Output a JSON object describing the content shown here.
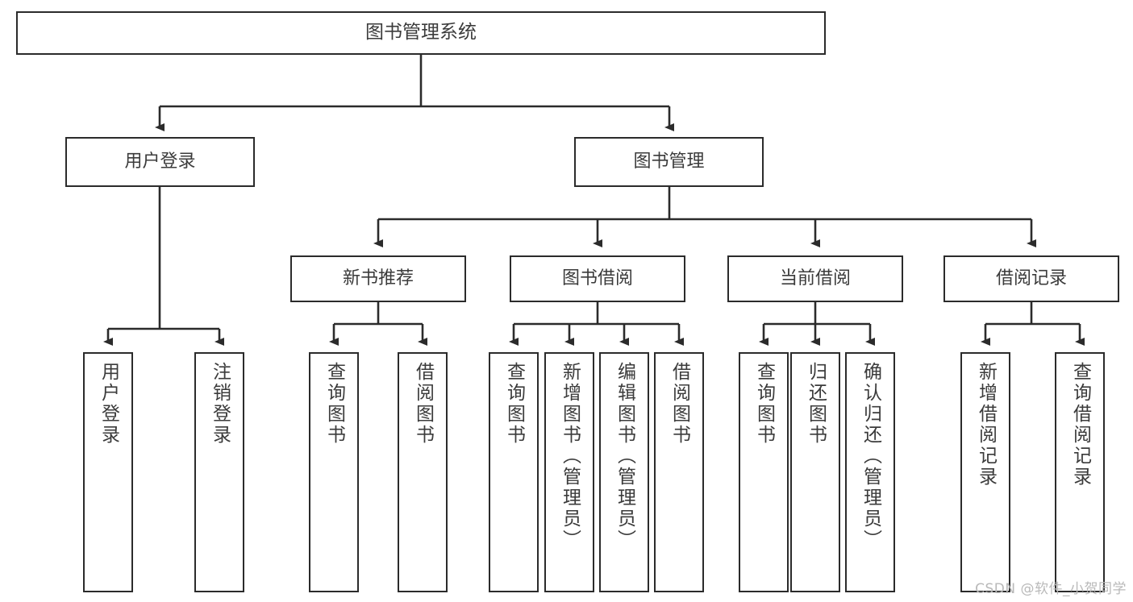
{
  "diagram": {
    "title": "图书管理系统",
    "watermark": "CSDN @软件_小贺同学",
    "colors": {
      "box_border": "#2b2b2b",
      "box_fill": "#ffffff",
      "text": "#3b3b3b",
      "connector": "#2b2b2b",
      "watermark": "#b9b9b9",
      "background": "#ffffff"
    },
    "root": {
      "label": "图书管理系统"
    },
    "level2": [
      {
        "label": "用户登录"
      },
      {
        "label": "图书管理"
      }
    ],
    "level3": [
      {
        "label": "新书推荐"
      },
      {
        "label": "图书借阅"
      },
      {
        "label": "当前借阅"
      },
      {
        "label": "借阅记录"
      }
    ],
    "leaves": {
      "user_login": [
        {
          "label": "用户登录"
        },
        {
          "label": "注销登录"
        }
      ],
      "new_book_recommend": [
        {
          "label": "查询图书"
        },
        {
          "label": "借阅图书"
        }
      ],
      "book_borrow": [
        {
          "label": "查询图书"
        },
        {
          "label": "新增图书（管理员）"
        },
        {
          "label": "编辑图书（管理员）"
        },
        {
          "label": "借阅图书"
        }
      ],
      "current_borrow": [
        {
          "label": "查询图书"
        },
        {
          "label": "归还图书"
        },
        {
          "label": "确认归还（管理员）"
        }
      ],
      "borrow_record": [
        {
          "label": "新增借阅记录"
        },
        {
          "label": "查询借阅记录"
        }
      ]
    }
  }
}
